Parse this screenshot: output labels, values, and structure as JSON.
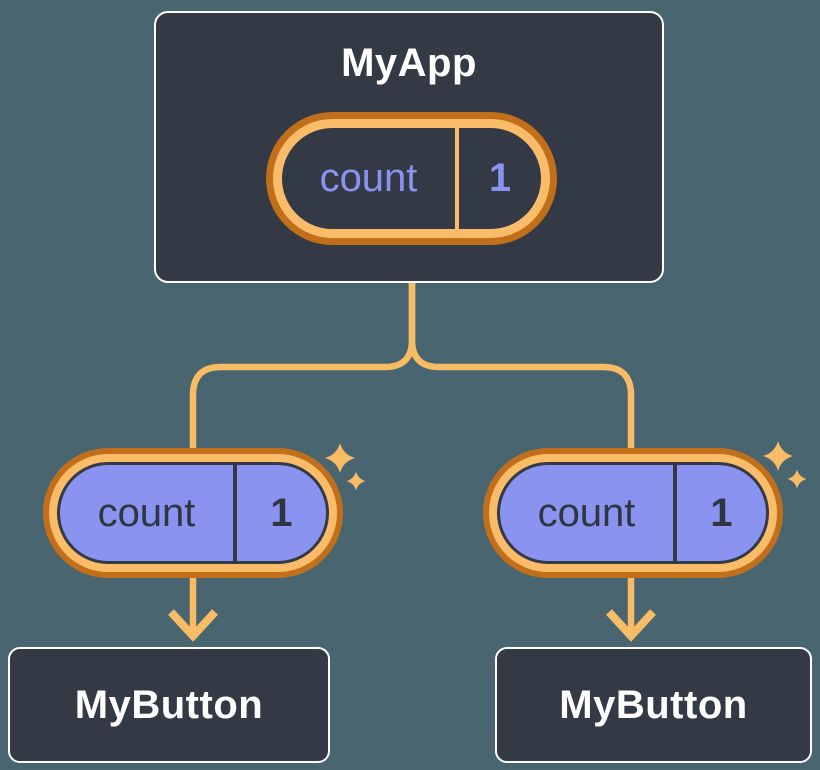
{
  "diagram": {
    "root": {
      "title": "MyApp",
      "state_pill": {
        "label": "count",
        "value": "1"
      }
    },
    "children": [
      {
        "title": "MyButton",
        "prop_pill": {
          "label": "count",
          "value": "1"
        }
      },
      {
        "title": "MyButton",
        "prop_pill": {
          "label": "count",
          "value": "1"
        }
      }
    ],
    "colors": {
      "background": "#496670",
      "node_fill": "#333A45",
      "node_border": "#FFFFFF",
      "node_text": "#FFFFFF",
      "pill_ring_outer": "#C26F1B",
      "pill_ring_inner": "#FABC68",
      "connector": "#F8BB66",
      "sparkle": "#F8BB66",
      "state_text": "#8A93F0",
      "prop_fill": "#8A93F0",
      "prop_text": "#2F3641"
    }
  }
}
